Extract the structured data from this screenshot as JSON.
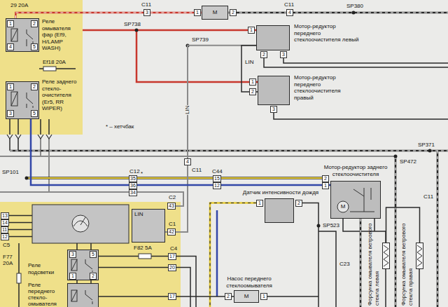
{
  "diagram": {
    "nodes": [
      {
        "text": [
          "M"
        ]
      },
      {
        "text": [
          "Реле омывателя фар (Ef9, H/LAMP WASH)"
        ]
      },
      {
        "text": [
          "Реле заднего стекло-очистителя (Er5, RR WIPER)"
        ]
      },
      {
        "text": [
          "Мотор-редуктор переднего стеклоочистителя левый"
        ]
      },
      {
        "text": [
          "Мотор-редуктор переднего стеклоочистителя правый"
        ]
      },
      {
        "text": [
          "Мотор-редуктор заднего стеклоочистителя",
          "M"
        ]
      },
      {
        "text": [
          "Датчик интенсивности дождя"
        ]
      },
      {
        "text": [
          "LIN"
        ]
      },
      {
        "text": [
          "Реле подсветки"
        ]
      },
      {
        "text": [
          "Реле переднего стекло-омывателя"
        ]
      },
      {
        "text": [
          "Насос переднего стеклоомывателя",
          "M"
        ]
      },
      {
        "text": [
          "Форсунка омывателя ветрового стекла левая"
        ]
      },
      {
        "text": [
          "Форсунка омывателя ветрового стекла правая"
        ]
      }
    ],
    "edges": [
      {
        "from": 7,
        "to": 3,
        "arrow": "none"
      },
      {
        "from": 3,
        "to": 4,
        "label": "LIN",
        "arrow": "none"
      },
      {
        "from": 2,
        "to": 5,
        "arrow": "none"
      },
      {
        "from": 1,
        "to": 0,
        "arrow": "none"
      },
      {
        "from": 9,
        "to": 10,
        "arrow": "none"
      },
      {
        "from": 11,
        "to": 12,
        "arrow": "none"
      }
    ],
    "labels": [
      "29 20A",
      "1",
      "2",
      "4",
      "5",
      "Ef18 20A",
      "1",
      "2",
      "3",
      "5",
      "* – хетчбак",
      "C11",
      "3",
      "1",
      "2",
      "C11",
      "4",
      "SP380",
      "SP738",
      "SP739",
      "1",
      "2",
      "3",
      "1",
      "2",
      "3",
      "LIN",
      "SP371",
      "4",
      "C11",
      "SP101",
      "C12",
      "35",
      "36",
      "34",
      "*",
      "C44",
      "15",
      "12",
      "2",
      "1",
      "1",
      "2",
      "SP523",
      "C11",
      "SP472",
      "C2",
      "43",
      "C1",
      "42",
      "13",
      "14",
      "11",
      "12",
      "C5",
      "F77 20A",
      "F82 5A",
      "C4",
      "17",
      "20",
      "3",
      "5",
      "1",
      "2",
      "17",
      "C23",
      "2",
      "1"
    ]
  }
}
